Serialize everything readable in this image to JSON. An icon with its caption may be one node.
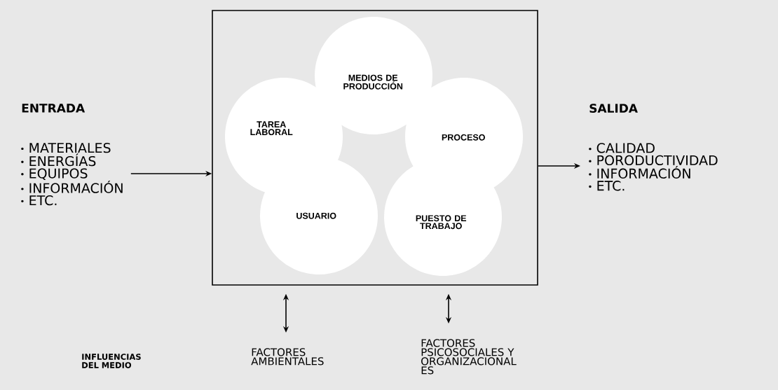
{
  "diagram": {
    "nodes": [
      {
        "text": [
          "ENTRADA",
          "MATERIALES",
          "ENERGÍAS",
          "EQUIPOS",
          "INFORMACIÓN",
          "ETC."
        ]
      },
      {
        "text": [],
        "shape": "box"
      },
      {
        "text": [
          "MEDIOS DE PRODUCCIÓN"
        ],
        "in": 1
      },
      {
        "text": [
          "TAREA LABORAL"
        ],
        "in": 1
      },
      {
        "text": [
          "PROCESO"
        ],
        "in": 1
      },
      {
        "text": [
          "USUARIO"
        ],
        "in": 1
      },
      {
        "text": [
          "PUESTO DE TRABAJO"
        ],
        "in": 1
      },
      {
        "text": [
          "SALIDA",
          "CALIDAD",
          "PORODUCTIVIDAD",
          "INFORMACIÓN",
          "ETC."
        ]
      },
      {
        "text": [
          "FACTORES AMBIENTALES"
        ]
      },
      {
        "text": [
          "FACTORES PSICOSOCIALES Y ORGANIZACIONAL ES"
        ]
      }
    ],
    "edges": [
      {
        "from": 0,
        "to": 1,
        "arrow": "to"
      },
      {
        "from": 1,
        "to": 7,
        "arrow": "to"
      },
      {
        "from": 1,
        "to": 8,
        "arrow": "both"
      },
      {
        "from": 1,
        "to": 9,
        "arrow": "both"
      }
    ],
    "labels": [
      "INFLUENCIAS DEL MEDIO"
    ]
  }
}
